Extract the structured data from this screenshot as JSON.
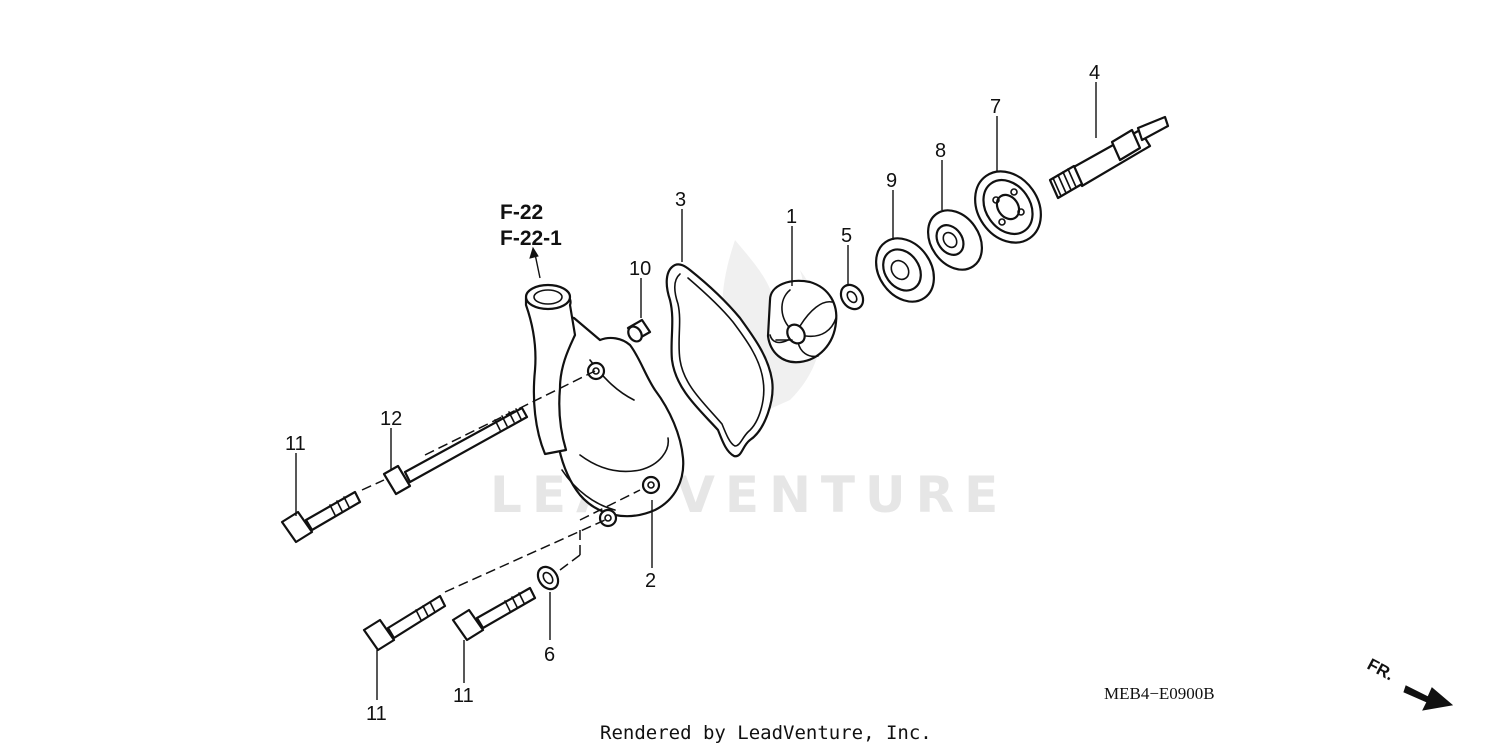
{
  "watermark": "LEADVENTURE",
  "reference": {
    "line1": "F-22",
    "line2": "F-22-1"
  },
  "callouts": {
    "c1": "1",
    "c2": "2",
    "c3": "3",
    "c4": "4",
    "c5": "5",
    "c6": "6",
    "c7": "7",
    "c8": "8",
    "c9": "9",
    "c10": "10",
    "c11a": "11",
    "c11b": "11",
    "c11c": "11",
    "c12": "12"
  },
  "diagram_code": "MEB4−E0900B",
  "direction_label": "FR.",
  "footer": "Rendered by LeadVenture, Inc.",
  "colors": {
    "ink": "#111111",
    "watermark": "#e6e6e6",
    "background": "#ffffff"
  }
}
